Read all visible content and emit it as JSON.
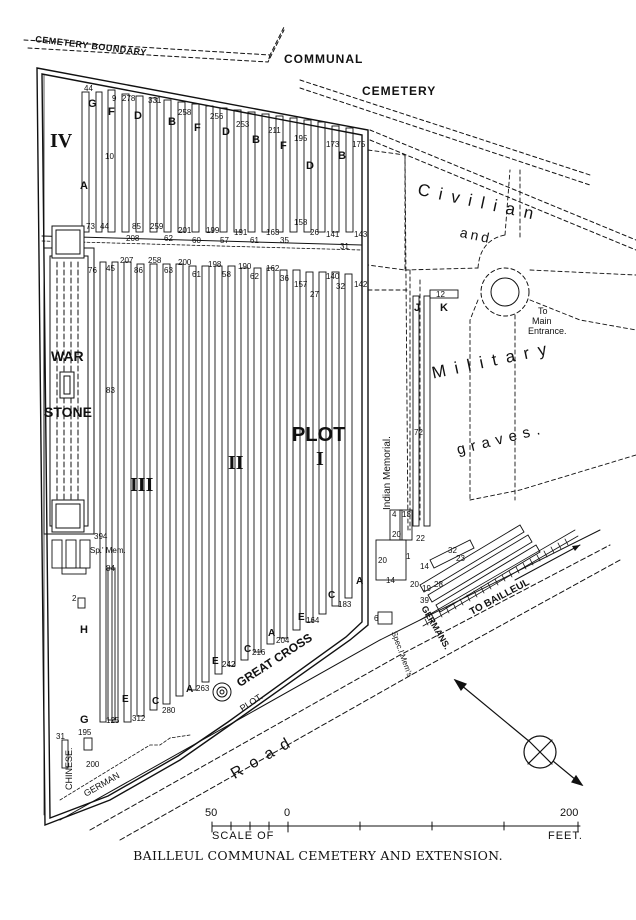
{
  "caption": "BAILLEUL COMMUNAL CEMETERY AND EXTENSION.",
  "labels": {
    "cemetery_boundary": "CEMETERY BOUNDARY",
    "communal": "COMMUNAL",
    "cemetery": "CEMETERY",
    "civilian": "Civilian",
    "and": "and",
    "military": "Military",
    "graves": "graves.",
    "to_main_entrance_1": "To",
    "to_main_entrance_2": "Main",
    "to_main_entrance_3": "Entrance.",
    "war": "WAR",
    "stone": "STONE",
    "plot": "PLOT",
    "plot_i": "I",
    "plot_ii": "II",
    "plot_iii": "III",
    "plot_iv": "IV",
    "great_cross": "GREAT CROSS",
    "great_cross_plot": "PLOT.",
    "indian_memorial": "Indian Memorial.",
    "road": "Road",
    "to_bailleul": "TO BAILLEUL",
    "germans": "GERMANS.",
    "german": "GERMAN",
    "chinese": "CHINESE.",
    "spl_mem": "Sp.' Mem.",
    "specl_mems": "Spec.l Mem's",
    "row_letters": {
      "G": "G",
      "F": "F",
      "D": "D",
      "B": "B",
      "A": "A",
      "J": "J",
      "K": "K",
      "H": "H",
      "C": "C",
      "E": "E"
    }
  },
  "grave_numbers": {
    "n44": "44",
    "n10": "10",
    "n73": "73",
    "n44b": "44",
    "n9": "9",
    "n278": "278",
    "n331": "331",
    "n258": "258",
    "n85": "85",
    "n208": "208",
    "n259": "259",
    "n62": "62",
    "n256": "256",
    "n201": "201",
    "n60": "60",
    "n199": "199",
    "n57": "57",
    "n253": "253",
    "n211": "211",
    "n195": "195",
    "n191": "191",
    "n61": "61",
    "n163": "163",
    "n35": "35",
    "n158": "158",
    "n26": "26",
    "n173": "173",
    "n175": "175",
    "n141": "141",
    "n31": "31",
    "n143": "143",
    "n76": "76",
    "n45": "45",
    "n207": "207",
    "n86": "86",
    "n258b": "258",
    "n63": "63",
    "n200": "200",
    "n61b": "61",
    "n198": "198",
    "n58": "58",
    "n190": "190",
    "n62b": "62",
    "n162": "162",
    "n36": "36",
    "n140": "140",
    "n32": "32",
    "n157": "157",
    "n27": "27",
    "n142": "142",
    "n83": "83",
    "n72": "72",
    "n12": "12",
    "n4": "4",
    "n13": "13",
    "n20a": "20",
    "n20b": "20",
    "n1": "1",
    "n22": "22",
    "n394": "394",
    "n84": "84",
    "n2": "2",
    "n14": "14",
    "n14b": "14",
    "n32b": "32",
    "n23": "23",
    "n28": "28",
    "n20c": "20",
    "n19": "19",
    "n39": "39",
    "n6": "6",
    "n183": "183",
    "n164": "164",
    "n204": "204",
    "n216": "216",
    "n242": "242",
    "n263": "263",
    "n280": "280",
    "n312": "312",
    "n125": "125",
    "n195b": "195",
    "n200b": "200",
    "n31b": "31"
  },
  "scale": {
    "title": "SCALE OF",
    "unit": "FEET.",
    "ticks": [
      "50",
      "0",
      "200"
    ]
  }
}
